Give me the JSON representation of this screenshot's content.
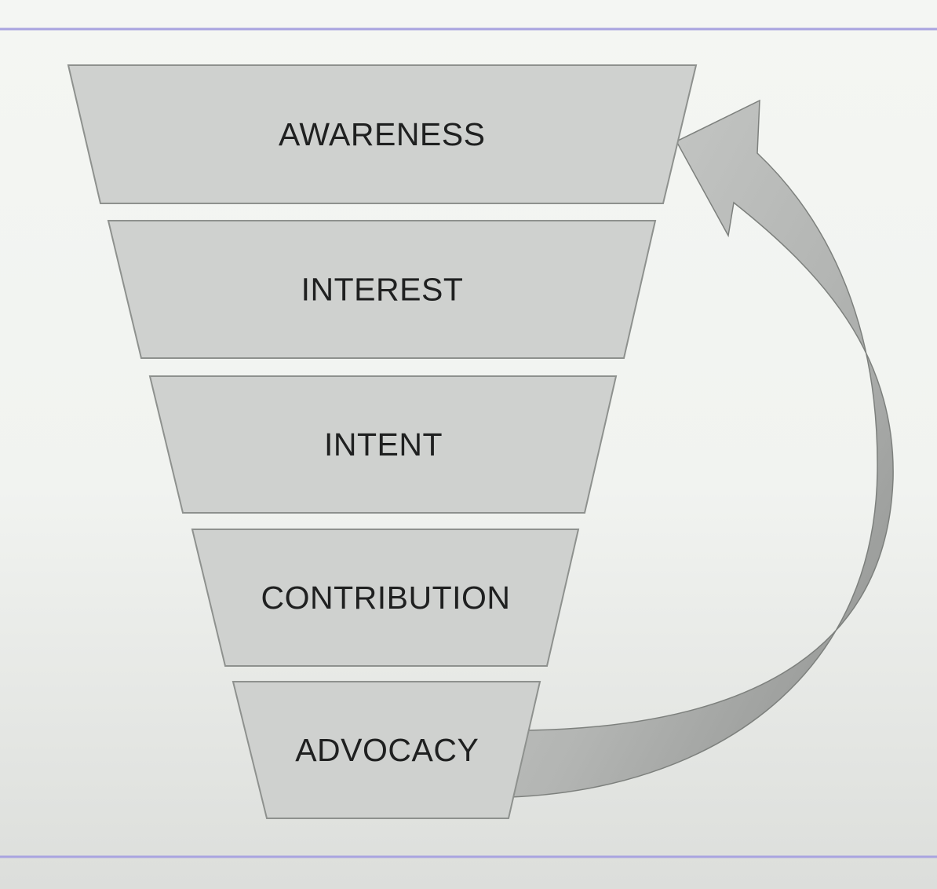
{
  "diagram": {
    "type": "funnel",
    "stages": [
      {
        "label": "AWARENESS"
      },
      {
        "label": "INTEREST"
      },
      {
        "label": "INTENT"
      },
      {
        "label": "CONTRIBUTION"
      },
      {
        "label": "ADVOCACY"
      }
    ],
    "arrow": {
      "from": "ADVOCACY",
      "to": "AWARENESS"
    }
  },
  "colors": {
    "stage_fill": "#cfd1cf",
    "stage_stroke": "#8e918e",
    "arrow_fill": "#b4b6b4",
    "rule": "#a9a4e0"
  }
}
